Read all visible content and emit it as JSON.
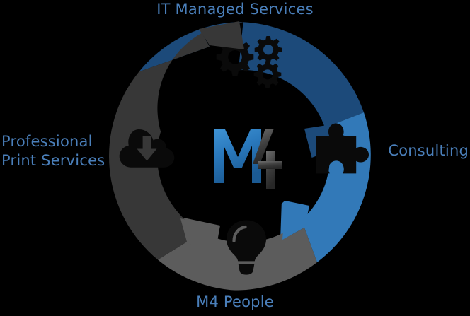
{
  "diagram": {
    "title_center": "M4",
    "center_logo": {
      "letter": "M",
      "numeral": "4",
      "letter_color": "#2a79bd",
      "numeral_color": "#3d3d3d"
    },
    "background_color": "#000000",
    "label_color": "#4a7fba",
    "hub_color": "#000000",
    "segments": [
      {
        "id": "it-managed-services",
        "label": "IT Managed Services",
        "label_position": "top",
        "color": "#1c4a7a",
        "icon": "gears-icon",
        "icon_color": "#0a0a0a"
      },
      {
        "id": "consulting",
        "label": "Consulting",
        "label_position": "right",
        "color": "#3279b8",
        "icon": "puzzle-piece-icon",
        "icon_color": "#0a0a0a"
      },
      {
        "id": "m4-people",
        "label": "M4 People",
        "label_position": "bottom",
        "color": "#5c5c5c",
        "icon": "lightbulb-icon",
        "icon_color": "#0a0a0a"
      },
      {
        "id": "professional-print-services",
        "label": "Professional\nPrint Services",
        "label_position": "left",
        "color": "#373737",
        "icon": "cloud-download-icon",
        "icon_color": "#0a0a0a"
      }
    ]
  }
}
